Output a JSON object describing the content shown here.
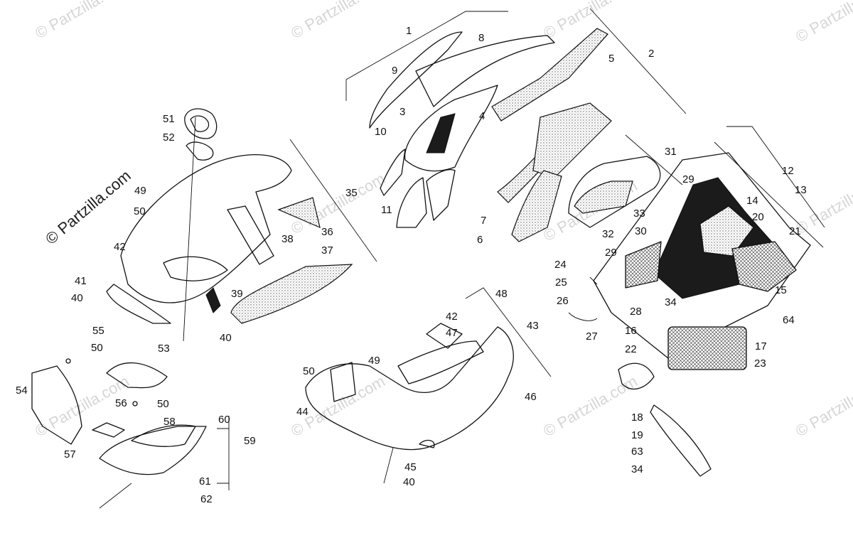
{
  "watermark": {
    "text": "© Partzilla.com",
    "brand_text": "© Partzilla.com"
  },
  "callouts": [
    "1",
    "2",
    "3",
    "4",
    "5",
    "6",
    "7",
    "8",
    "9",
    "10",
    "11",
    "12",
    "13",
    "14",
    "15",
    "16",
    "17",
    "18",
    "19",
    "20",
    "21",
    "22",
    "23",
    "24",
    "25",
    "26",
    "27",
    "28",
    "29",
    "29",
    "30",
    "31",
    "32",
    "33",
    "34",
    "34",
    "35",
    "36",
    "37",
    "38",
    "39",
    "40",
    "40",
    "40",
    "41",
    "42",
    "42",
    "43",
    "44",
    "45",
    "46",
    "47",
    "48",
    "49",
    "49",
    "50",
    "50",
    "50",
    "50",
    "51",
    "52",
    "53",
    "54",
    "55",
    "56",
    "57",
    "58",
    "59",
    "60",
    "61",
    "62",
    "63",
    "64"
  ]
}
